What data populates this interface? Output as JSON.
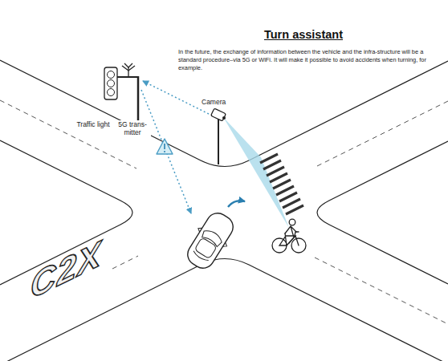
{
  "diagram": {
    "title": "Turn assistant",
    "labels": [
      "In the future, the exchange of information between the vehicle and the infra-structure will be a standard procedure–via 5G or WiFi. It will make it possible to avoid accidents when turning, for example.",
      "Traffic light",
      "5G trans- mitter",
      "Camera",
      "C2X"
    ]
  }
}
